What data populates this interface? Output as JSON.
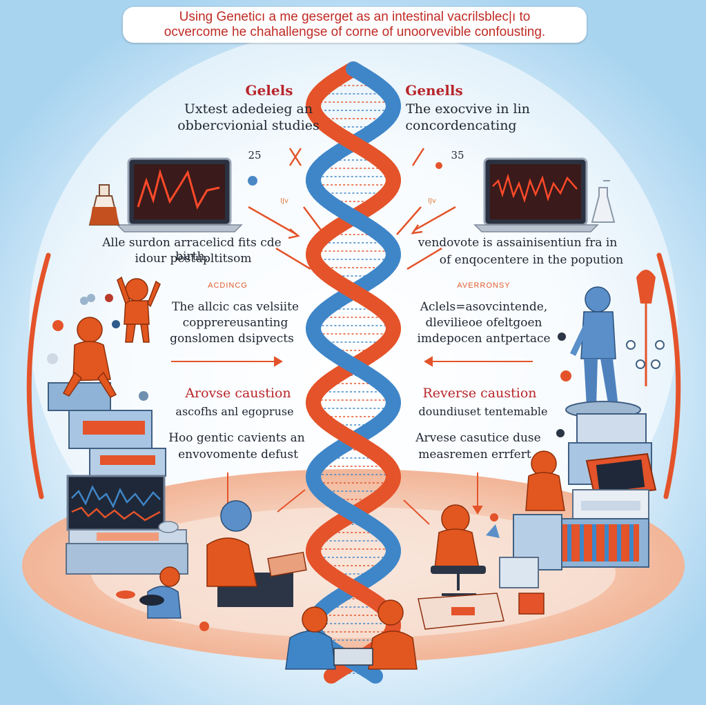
{
  "title": {
    "line1": "Using Geneticı a me geserget as an intestinal vacrilsblec|ı to",
    "line2": "ocvercome he chahallengse of corne of unoorvevible confousting."
  },
  "left": {
    "heading": "Gelels",
    "intro": [
      "Uxtest adedeieg an",
      "obbercvionial studies"
    ],
    "number": "25",
    "small_mark": "Ĳv",
    "block1": [
      "Alle surdon arracelicd fits cde birth,",
      "idour pestupltitsom"
    ],
    "subheading": "ACDINCG",
    "block2": [
      "The allcic cas velsiite",
      "copprereusanting",
      "gonslomen dsipvects"
    ],
    "section_heading": "Arovse caustion",
    "section_sub": "ascofhs anl egopruse",
    "block3": [
      "Hoo gentic cavients an",
      "envovomente defust"
    ]
  },
  "right": {
    "heading": "Genells",
    "intro": [
      "The exocvive in lin",
      "concordencating"
    ],
    "number": "35",
    "small_mark": "Ĳv",
    "block1": [
      "vendovote is assainisentiun fra in",
      "of enqocentere in the popution"
    ],
    "subheading": "AVERRONSY",
    "block2": [
      "Aclels=asovcintende,",
      "dlevilieoe ofeltgoen",
      "imdepocen antpertace"
    ],
    "section_heading": "Reverse caustion",
    "section_sub": "doundiuset tentemable",
    "block3": [
      "Arvese casutice duse",
      "measremen errfert"
    ]
  },
  "colors": {
    "title_red": "#c02a24",
    "heading_red": "#b8252a",
    "strand_blue": "#3f86c8",
    "strand_orange": "#e4532a",
    "sky": "#bfe0f4",
    "floor": "#f3c3a6",
    "figure_orange": "#e2571f",
    "figure_blue": "#5a8fc9"
  },
  "icons": [
    "dna-helix-icon",
    "laptop-chart-icon",
    "flask-icon",
    "molecule-icon",
    "computer-monitor-icon",
    "arrow-icon"
  ]
}
